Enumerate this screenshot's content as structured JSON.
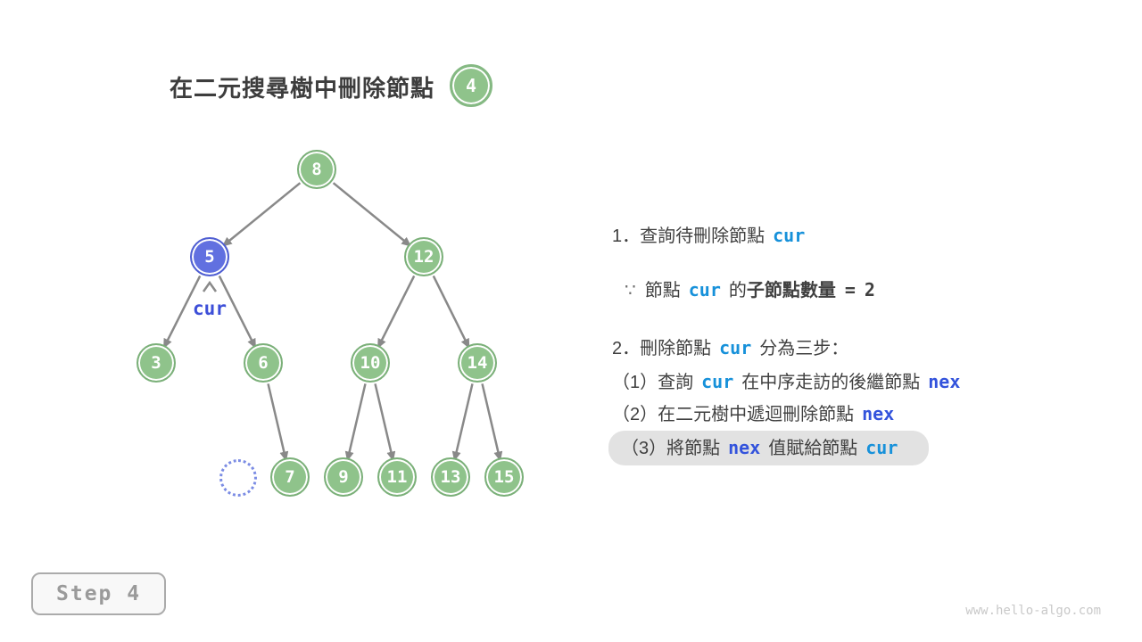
{
  "title": {
    "text": "在二元搜尋樹中刪除節點",
    "badge_value": "4"
  },
  "tree": {
    "nodes": {
      "n8": "8",
      "n5": "5",
      "n12": "12",
      "n3": "3",
      "n6": "6",
      "n10": "10",
      "n14": "14",
      "n7": "7",
      "n9": "9",
      "n11": "11",
      "n13": "13",
      "n15": "15"
    },
    "pointer_label": "cur",
    "ghost_node": "empty-dotted-placeholder"
  },
  "panel": {
    "line1": {
      "prefix": "1．查詢待刪除節點",
      "code": "cur"
    },
    "line2": {
      "because": "∵",
      "t1": "節點",
      "code1": "cur",
      "t2": "的",
      "bold1": "子節點數量",
      "eq": "=",
      "num": "2"
    },
    "line3": {
      "prefix": "2．刪除節點",
      "code": "cur",
      "suffix": "分為三步："
    },
    "line4": {
      "t1": "（1）查詢",
      "code1": "cur",
      "t2": "在中序走訪的後繼節點",
      "code2": "nex"
    },
    "line5": {
      "t1": "（2）在二元樹中遞迴刪除節點",
      "code1": "nex"
    },
    "line6": {
      "t1": "（3）將節點",
      "code1": "nex",
      "t2": "值賦給節點",
      "code2": "cur"
    }
  },
  "footer": {
    "step_label": "Step 4",
    "watermark": "www.hello-algo.com"
  },
  "colors": {
    "node_green": "#8FC38B",
    "node_green_border": "#7BB079",
    "node_blue": "#6170E0",
    "node_blue_border": "#4F5ED2",
    "cur_text_blue": "#1791DA",
    "nex_text_indigo": "#3353DC",
    "edge_gray": "#898989",
    "highlight_bg": "#E2E2E2",
    "ghost_dotted_blue": "#7B8CE4"
  }
}
